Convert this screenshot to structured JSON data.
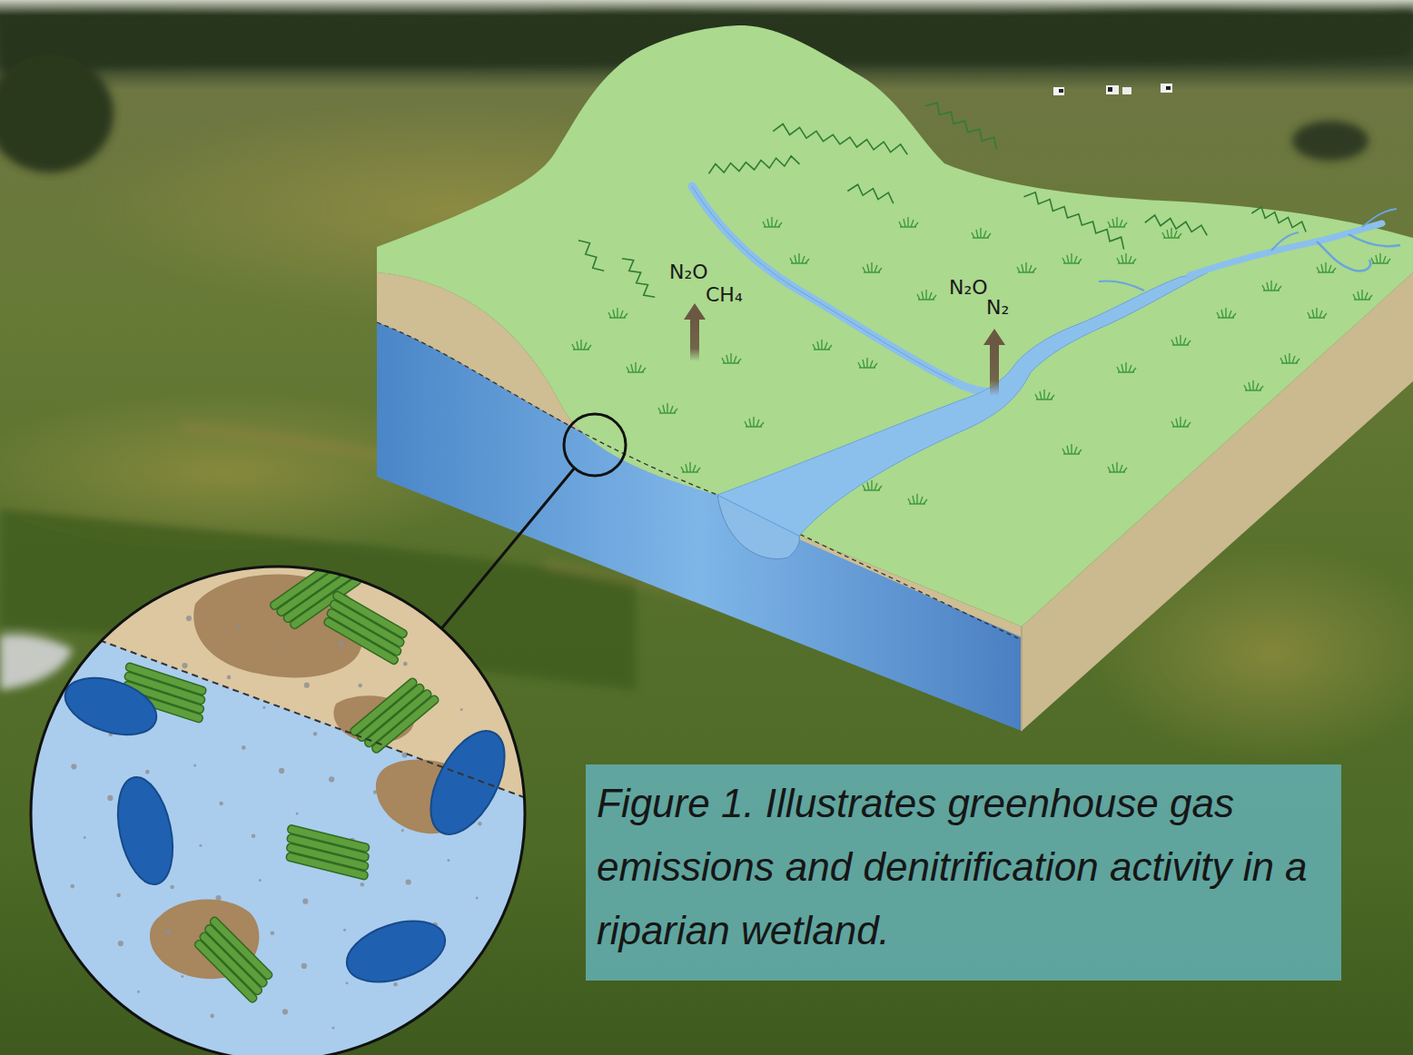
{
  "diagram": {
    "caption": "Figure 1. Illustrates greenhouse gas emissions and denitrification activity in a riparian wetland.",
    "labels": [
      "N₂O",
      "CH₄",
      "N₂O",
      "N₂"
    ]
  }
}
